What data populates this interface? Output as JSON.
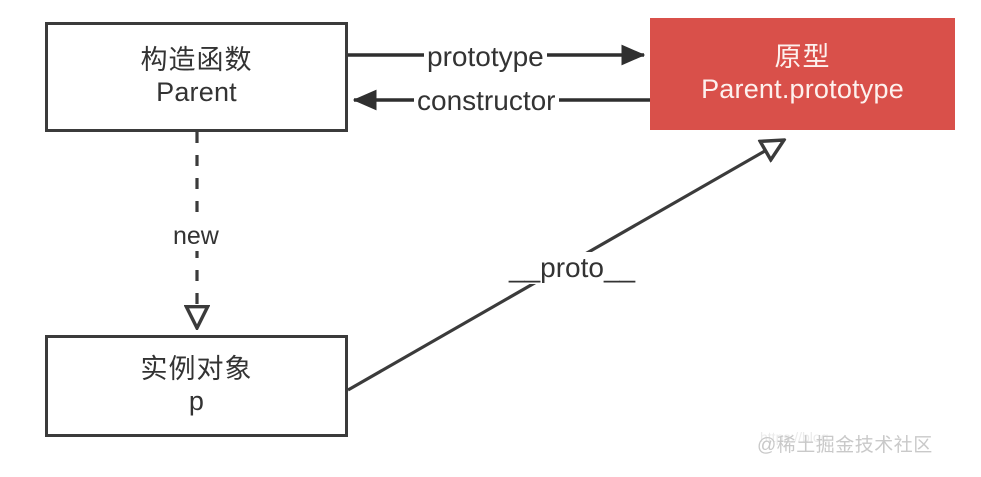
{
  "diagram": {
    "title": "JavaScript prototype chain diagram",
    "colors": {
      "prototype_box_fill": "#d9504a",
      "prototype_box_text": "#fdf1ee",
      "box_border": "#3b3b3b",
      "text": "#333333",
      "background": "#ffffff",
      "watermark": "#c9c9c9"
    },
    "nodes": [
      {
        "id": "constructor",
        "line1": "构造函数",
        "line2": "Parent",
        "style": "outline"
      },
      {
        "id": "prototype",
        "line1": "原型",
        "line2": "Parent.prototype",
        "style": "filled"
      },
      {
        "id": "instance",
        "line1": "实例对象",
        "line2": "p",
        "style": "outline"
      }
    ],
    "edges": [
      {
        "id": "prototype-edge",
        "label": "prototype",
        "from": "constructor",
        "to": "prototype",
        "line": "solid",
        "arrowhead": "filled",
        "direction": "right"
      },
      {
        "id": "constructor-edge",
        "label": "constructor",
        "from": "prototype",
        "to": "constructor",
        "line": "solid",
        "arrowhead": "filled",
        "direction": "left"
      },
      {
        "id": "new-edge",
        "label": "new",
        "from": "constructor",
        "to": "instance",
        "line": "dashed",
        "arrowhead": "hollow",
        "direction": "down"
      },
      {
        "id": "proto-edge",
        "label": "__proto__",
        "from": "instance",
        "to": "prototype",
        "line": "solid",
        "arrowhead": "hollow",
        "direction": "up-right"
      }
    ],
    "watermark": {
      "text": "@稀土掘金技术社区",
      "url_ghost": "https://blog"
    }
  }
}
